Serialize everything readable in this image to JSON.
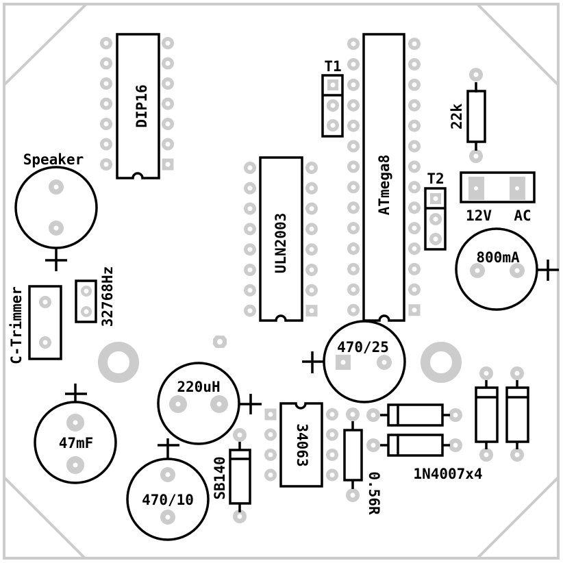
{
  "board": {
    "outline_color": "#cccccc",
    "silkscreen_color": "#000000",
    "pad_color": "#cccccc",
    "background": "#ffffff"
  },
  "components": {
    "dip16": {
      "label": "DIP16",
      "type": "IC",
      "pins_per_side": 7
    },
    "atmega8": {
      "label": "ATmega8",
      "type": "IC",
      "pins_per_side": 14
    },
    "uln2003": {
      "label": "ULN2003",
      "type": "IC",
      "pins_per_side": 8
    },
    "ic34063": {
      "label": "34063",
      "type": "IC",
      "pins_per_side": 4
    },
    "t1": {
      "label": "T1",
      "type": "transistor"
    },
    "t2": {
      "label": "T2",
      "type": "transistor"
    },
    "r22k": {
      "label": "22k",
      "type": "resistor"
    },
    "r056": {
      "label": "0.56R",
      "type": "resistor"
    },
    "power_conn": {
      "label_left": "12V",
      "label_right": "AC",
      "type": "connector"
    },
    "fuse": {
      "label": "800mA",
      "type": "fuse"
    },
    "speaker": {
      "label": "Speaker",
      "type": "buzzer"
    },
    "trimmer": {
      "label": "C-Trimmer",
      "type": "trimmer-capacitor"
    },
    "crystal": {
      "label": "32768Hz",
      "type": "crystal"
    },
    "cap47": {
      "label": "47mF",
      "type": "electrolytic"
    },
    "inductor": {
      "label": "220uH",
      "type": "inductor"
    },
    "cap470_10": {
      "label": "470/10",
      "type": "electrolytic"
    },
    "cap470_25": {
      "label": "470/25",
      "type": "electrolytic"
    },
    "schottky": {
      "label": "SB140",
      "type": "diode"
    },
    "rectifier": {
      "label": "1N4007x4",
      "type": "diode"
    }
  },
  "symbols": {
    "plus": "+"
  }
}
